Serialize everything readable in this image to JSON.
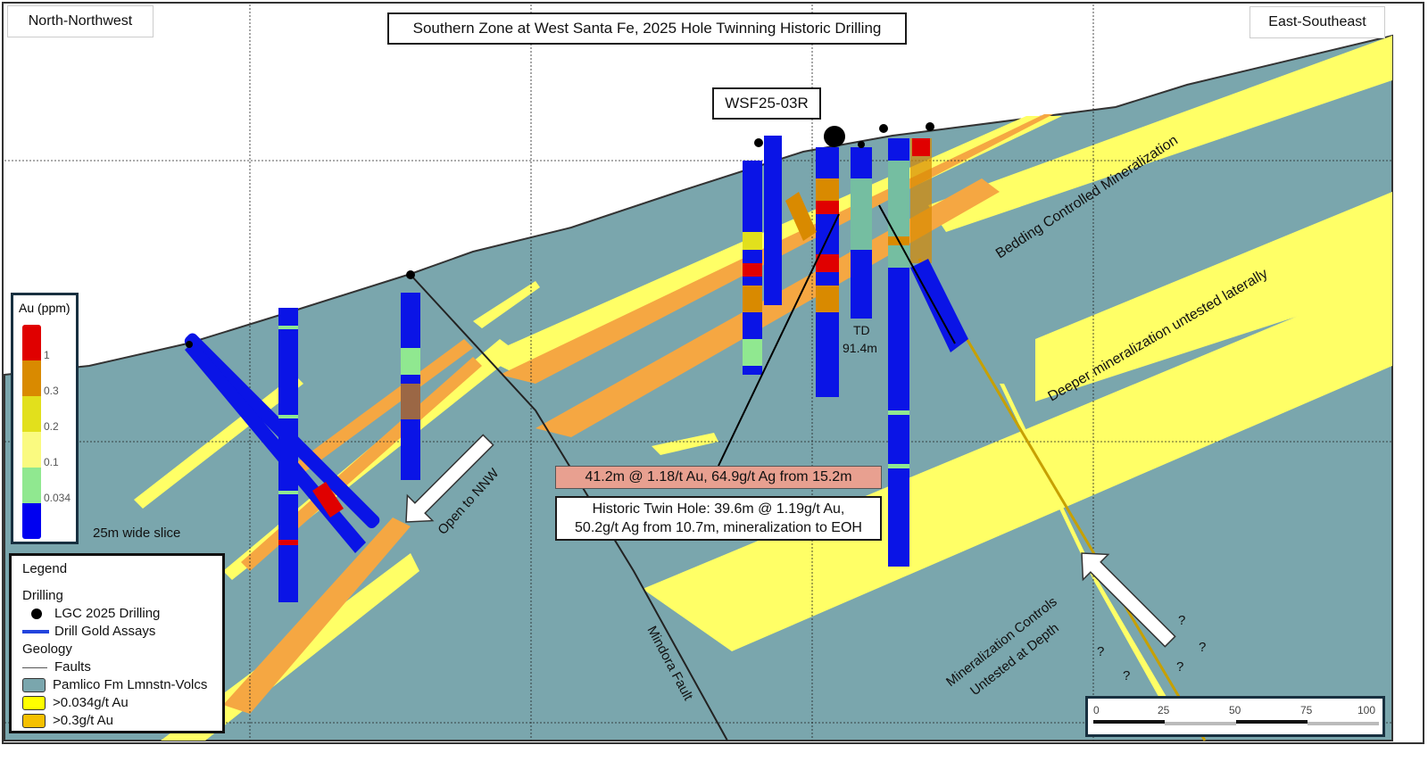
{
  "title": "Southern Zone at West Santa Fe, 2025 Hole Twinning Historic Drilling",
  "direction_left": "North-Northwest",
  "direction_right": "East-Southeast",
  "hole_label": "WSF25-03R",
  "td_label": "TD",
  "td_depth": "91.4m",
  "intercept_new": "41.2m @ 1.18/t Au, 64.9g/t Ag from 15.2m",
  "intercept_historic_line1": "Historic Twin Hole: 39.6m @ 1.19g/t Au,",
  "intercept_historic_line2": "50.2g/t Ag from 10.7m, mineralization to EOH",
  "annotations": {
    "bedding": "Bedding Controlled Mineralization",
    "deeper": "Deeper mineralization untested laterally",
    "open": "Open to NNW",
    "fault": "Mindora Fault",
    "controls_line1": "Mineralization Controls",
    "controls_line2": "Untested at Depth",
    "slice": "25m wide slice",
    "question": "?"
  },
  "colorbar": {
    "title": "Au (ppm)",
    "ticks": [
      "1",
      "0.3",
      "0.2",
      "0.1",
      "0.034"
    ],
    "colors": [
      "#e00000",
      "#d98a00",
      "#e2e01c",
      "#fafa80",
      "#90e890",
      "#0000f0"
    ]
  },
  "legend": {
    "title": "Legend",
    "drilling_header": "Drilling",
    "lgc_drilling": "LGC 2025 Drilling",
    "drill_assays": "Drill Gold Assays",
    "geology_header": "Geology",
    "faults": "Faults",
    "pamlico": "Pamlico Fm Lmnstn-Volcs",
    "low_grade": ">0.034g/t Au",
    "high_grade": ">0.3g/t Au"
  },
  "scale": {
    "ticks": [
      "0",
      "25",
      "50",
      "75",
      "100"
    ]
  },
  "colors": {
    "rock": "#7aa6ad",
    "low_grade": "#ffff66",
    "high_grade": "#f5a742",
    "hole": "#0a14e6"
  }
}
